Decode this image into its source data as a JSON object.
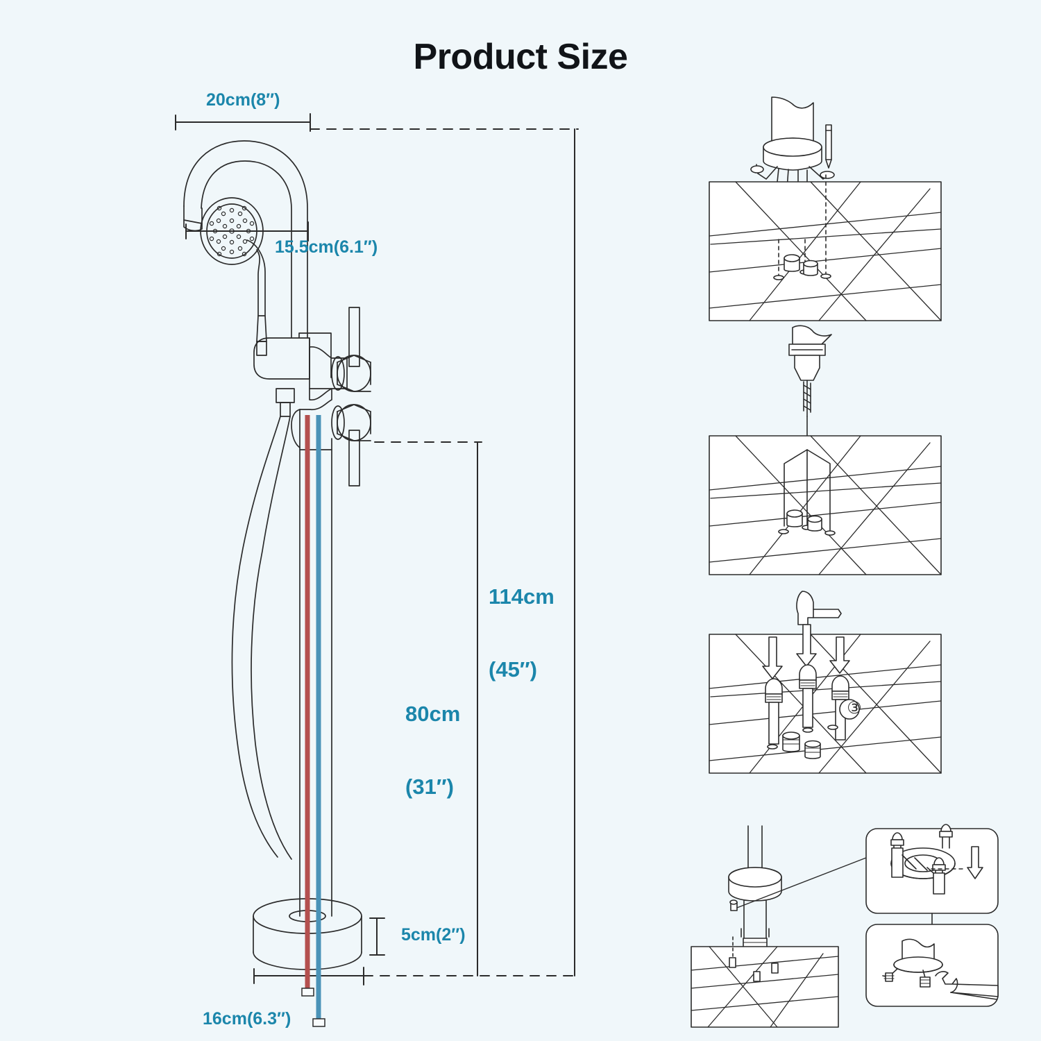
{
  "page": {
    "title": "Product Size",
    "background_color": "#f0f7fa",
    "label_color": "#1b86ab",
    "line_color": "#2b2b2b",
    "hot_hose_color": "#b4504f",
    "cold_hose_color": "#4a93b8"
  },
  "dimensions": {
    "spout_reach": "20cm(8″)",
    "shower_head": "15.5cm(6.1″)",
    "total_height_line1": "114cm",
    "total_height_line2": "(45″)",
    "spout_height_line1": "80cm",
    "spout_height_line2": "(31″)",
    "base_height": "5cm(2″)",
    "base_diameter": "16cm(6.3″)"
  },
  "installation": {
    "steps": [
      {
        "name": "mark-hole-positions",
        "marker": "",
        "tool": "pencil-icon",
        "surface": "tiled-floor"
      },
      {
        "name": "drill-holes",
        "marker": "",
        "tool": "drill-icon",
        "surface": "tiled-floor"
      },
      {
        "name": "hammer-anchor-bolts",
        "marker": "③",
        "tool": "hammer-icon",
        "surface": "tiled-floor"
      },
      {
        "name": "mount-and-tighten",
        "marker": "",
        "tool": "wrench-icon",
        "surface": "tiled-floor"
      }
    ],
    "callouts": [
      {
        "name": "mounting-plate-detail",
        "tool": "mounting-plate-icon"
      },
      {
        "name": "tighten-nuts-detail",
        "tool": "wrench-icon"
      }
    ]
  }
}
